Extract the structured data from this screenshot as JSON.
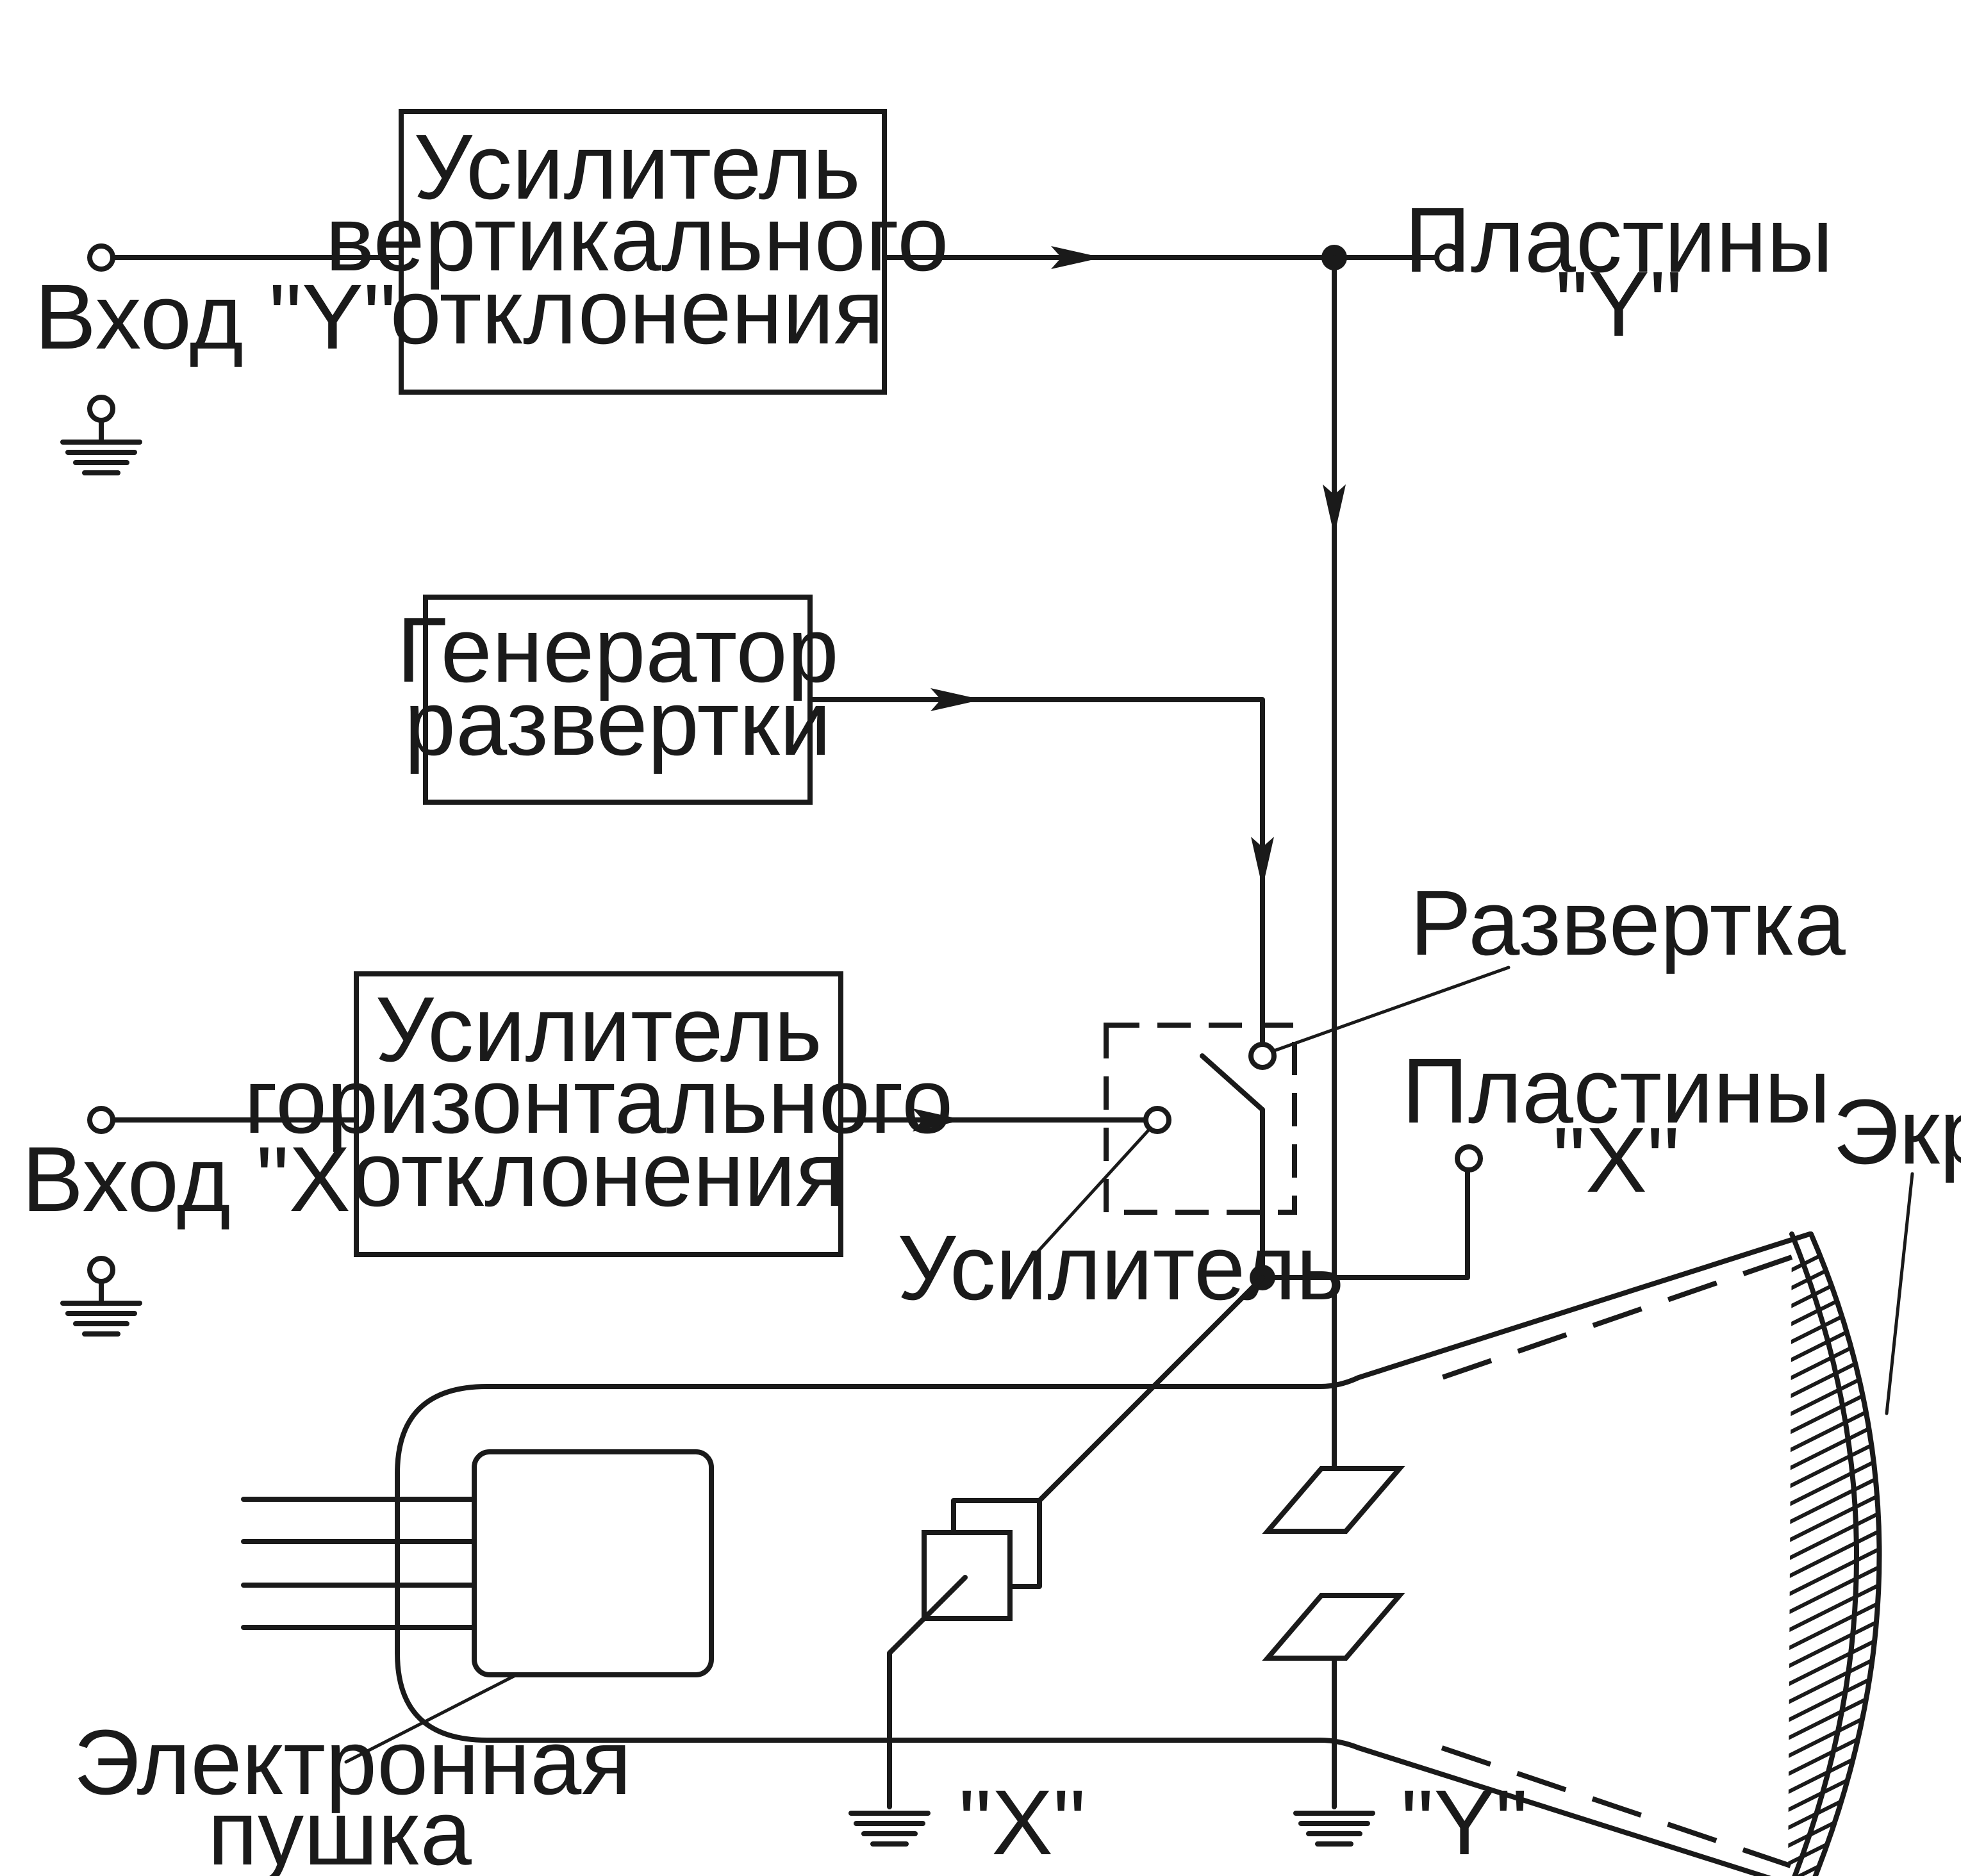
{
  "blocks": {
    "vertical_amp": [
      "Усилитель",
      "вертикального",
      "отклонения"
    ],
    "sweep_gen": [
      "Генератор",
      "развертки"
    ],
    "horizontal_amp": [
      "Усилитель",
      "горизонтального",
      "отклонения"
    ]
  },
  "labels": {
    "input_y": "Вход \"Y\"",
    "input_x": "Вход \"X\"",
    "plates_y": [
      "Пластины",
      "\"Y\""
    ],
    "plates_x": [
      "Пластины",
      "\"X\""
    ],
    "switch_sweep": "Развертка",
    "switch_amp": "Усилитель",
    "screen": "Экран",
    "gun": [
      "Электронная",
      "пушка"
    ],
    "ground_x": "\"X\"",
    "ground_y": "\"Y\""
  }
}
